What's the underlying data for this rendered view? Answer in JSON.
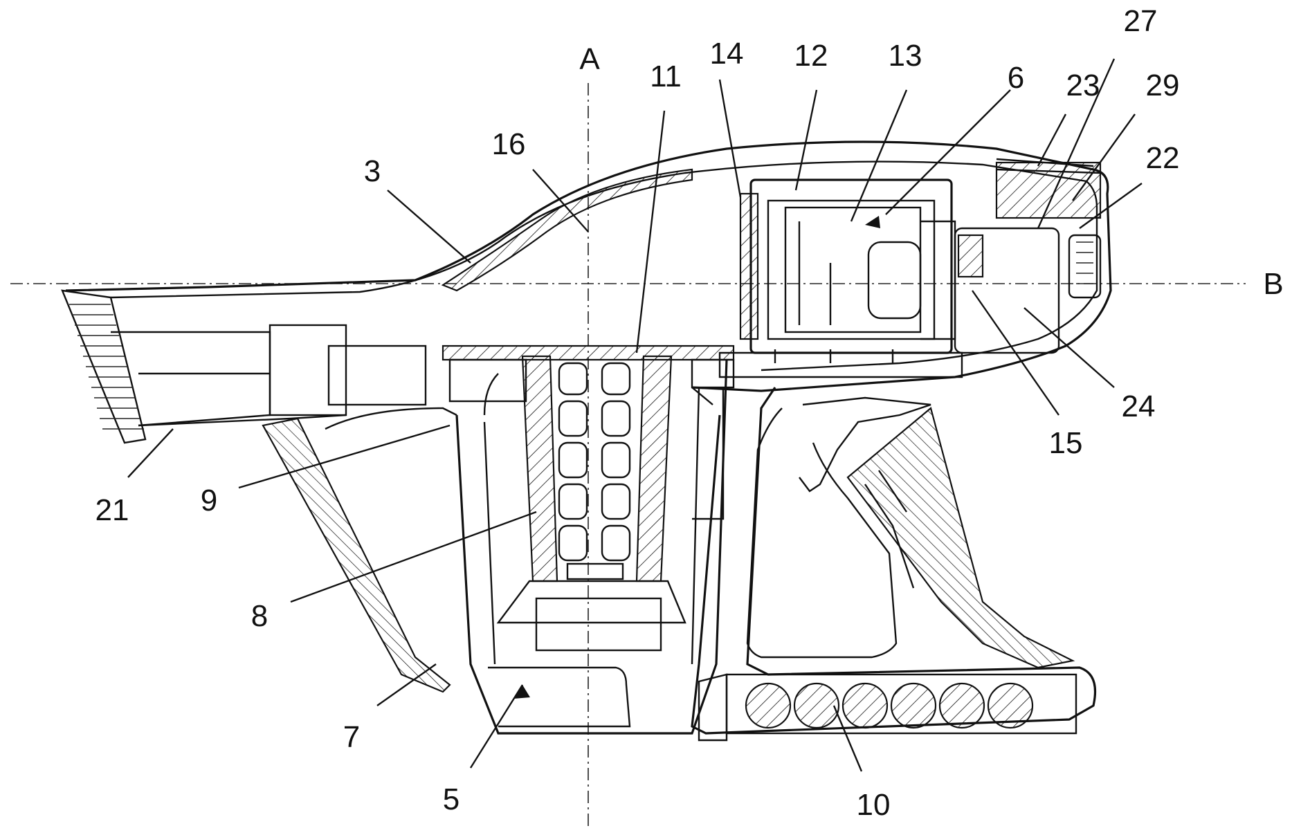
{
  "axes": {
    "vertical": "A",
    "horizontal": "B"
  },
  "labels": [
    "3",
    "16",
    "11",
    "14",
    "12",
    "13",
    "6",
    "23",
    "27",
    "29",
    "22",
    "24",
    "15",
    "21",
    "9",
    "8",
    "7",
    "5",
    "10"
  ]
}
